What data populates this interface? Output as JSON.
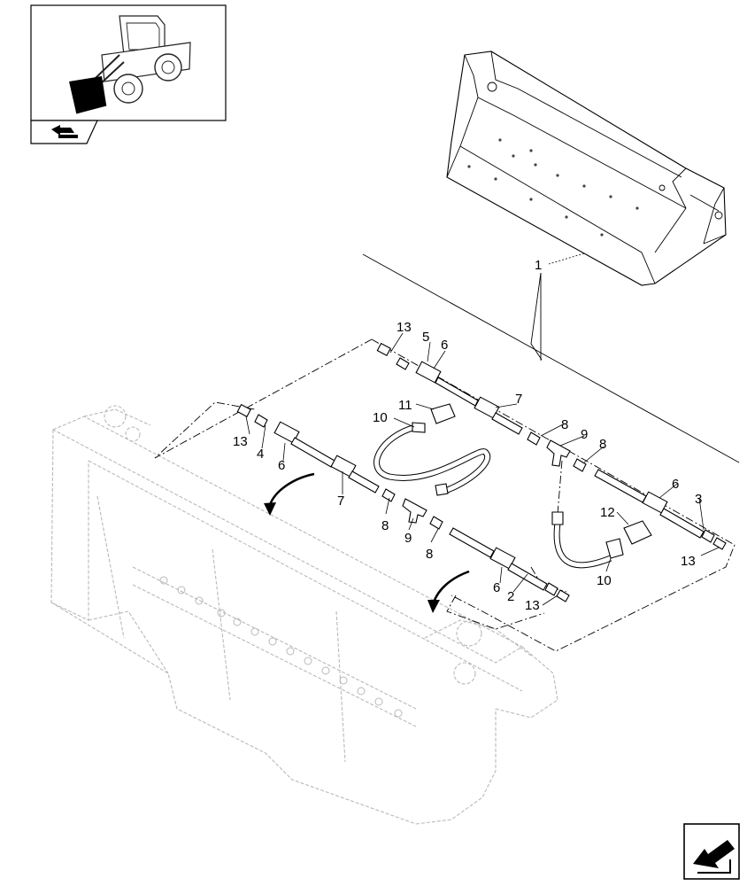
{
  "callouts": {
    "c1": "1",
    "c2": "2",
    "c3": "3",
    "c4": "4",
    "c5": "5",
    "c6a": "6",
    "c6b": "6",
    "c6c": "6",
    "c6d": "6",
    "c7a": "7",
    "c7b": "7",
    "c8a": "8",
    "c8b": "8",
    "c8c": "8",
    "c8d": "8",
    "c9a": "9",
    "c9b": "9",
    "c10a": "10",
    "c10b": "10",
    "c11": "11",
    "c12": "12",
    "c13a": "13",
    "c13b": "13",
    "c13c": "13",
    "c13d": "13"
  },
  "icons": {
    "thumbnail": "wheel-loader-icon",
    "prev_page": "back-arrow-icon",
    "next_page": "forward-arrow-icon"
  }
}
